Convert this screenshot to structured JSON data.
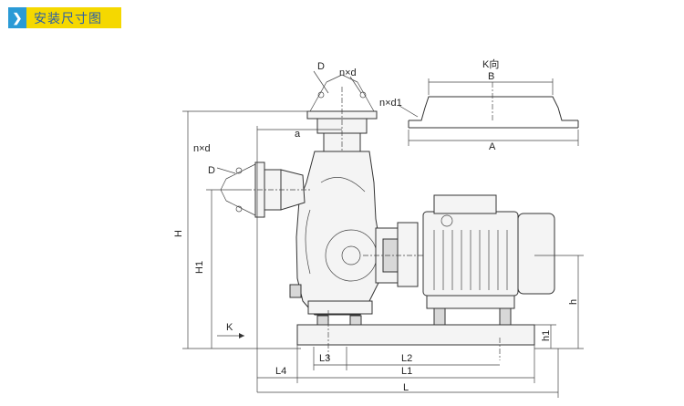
{
  "header": {
    "title": "安装尺寸图",
    "icon": "chevron-right-icon",
    "accent_color": "#f5d800",
    "icon_color": "#2a9ad6"
  },
  "diagram": {
    "labels": {
      "D_top": "D",
      "nxd_top": "n×d",
      "a": "a",
      "nxd_left": "n×d",
      "D_left": "D",
      "H": "H",
      "H1": "H1",
      "K_arrow": "K",
      "K_view": "K向",
      "B": "B",
      "nxd1": "n×d1",
      "A": "A",
      "h": "h",
      "h1": "h1",
      "L3": "L3",
      "L2": "L2",
      "L4": "L4",
      "L1": "L1",
      "L": "L"
    }
  }
}
